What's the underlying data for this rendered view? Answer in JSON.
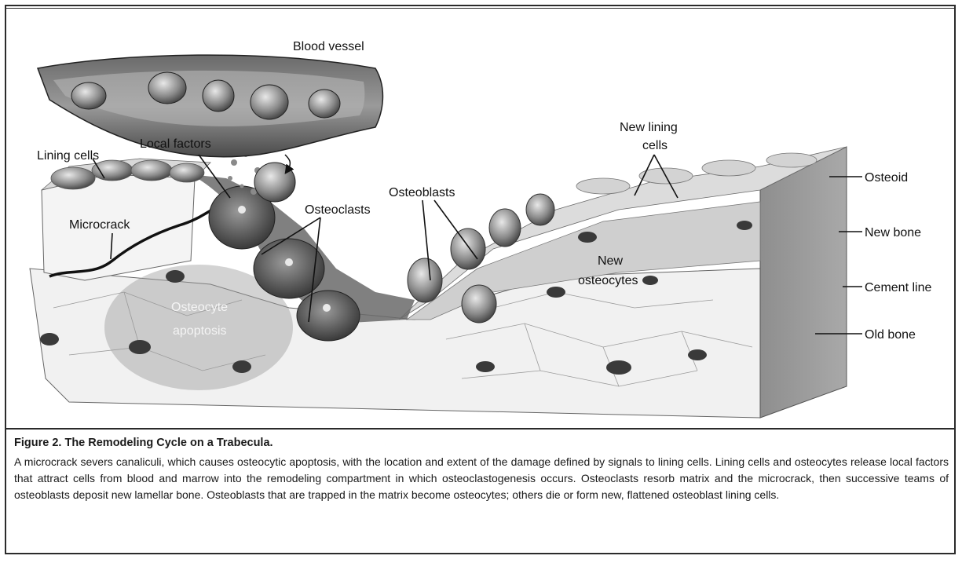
{
  "labels": {
    "blood_vessel": "Blood vessel",
    "lining_cells": "Lining cells",
    "local_factors": "Local factors",
    "microcrack": "Microcrack",
    "osteoclasts": "Osteoclasts",
    "osteocyte_apoptosis_line1": "Osteocyte",
    "osteocyte_apoptosis_line2": "apoptosis",
    "osteoblasts": "Osteoblasts",
    "new_lining_cells_line1": "New lining",
    "new_lining_cells_line2": "cells",
    "new_osteocytes_line1": "New",
    "new_osteocytes_line2": "osteocytes",
    "osteoid": "Osteoid",
    "new_bone": "New bone",
    "cement_line": "Cement line",
    "old_bone": "Old bone"
  },
  "caption": {
    "title": "Figure 2. The Remodeling Cycle on a Trabecula.",
    "body": "A microcrack severs canaliculi, which causes osteocytic apoptosis, with the location and extent of the damage defined by signals to lining cells. Lining cells and osteocytes release local factors that attract cells from blood and marrow into the remodeling compartment in which osteoclastogenesis occurs. Osteoclasts resorb matrix and the microcrack, then successive teams of osteoblasts deposit new lamellar bone. Osteoblasts that are trapped in the matrix become osteocytes; others die or form new, flattened osteoblast lining cells."
  },
  "colors": {
    "frame": "#2b2b2b",
    "bone_light": "#ececec",
    "bone_mid": "#bdbdbd",
    "bone_dark": "#5a5a5a",
    "cell_dark": "#2e2e2e"
  }
}
